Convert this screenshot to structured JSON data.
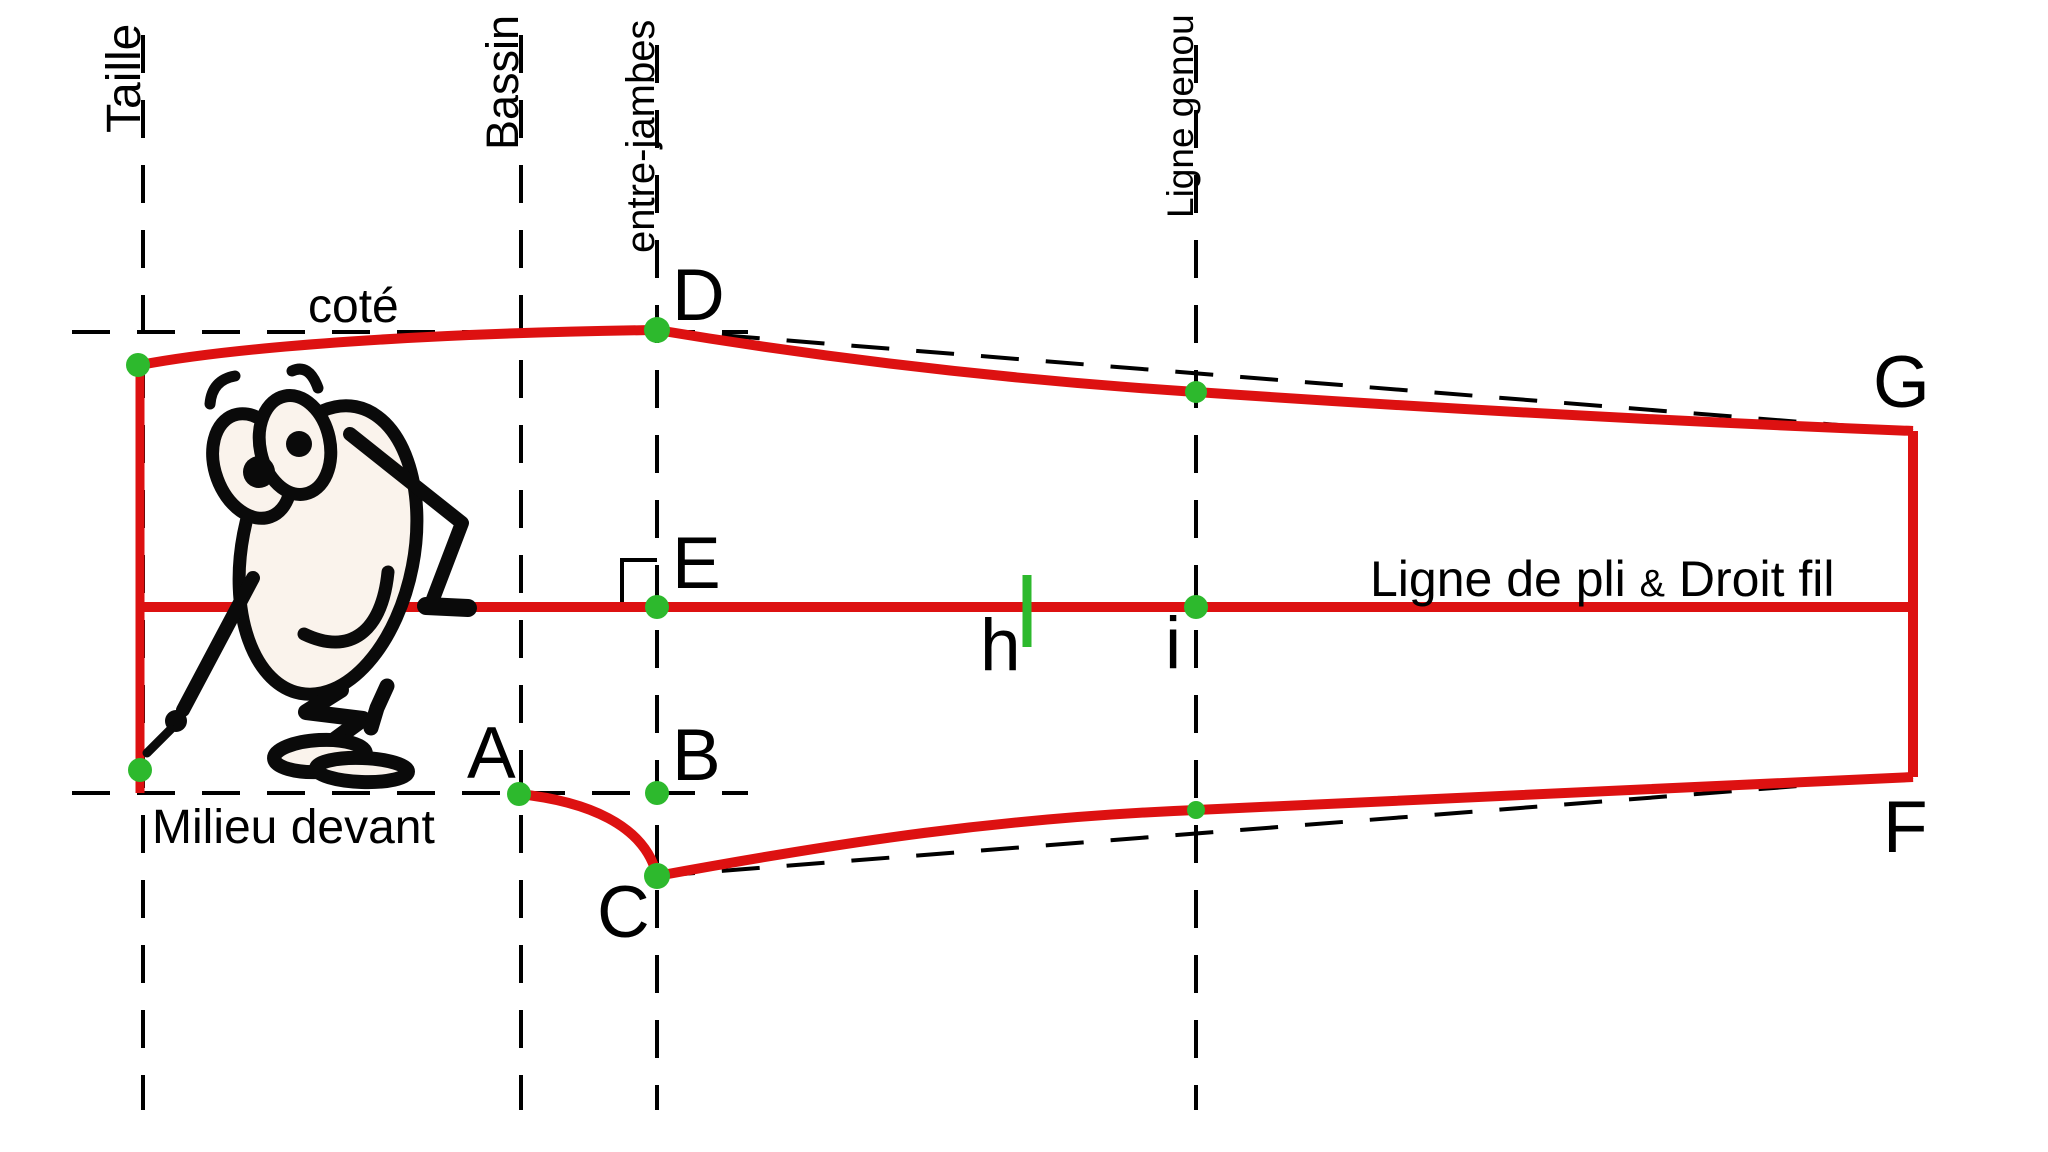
{
  "colors": {
    "pattern_red": "#dd1111",
    "marker_green": "#2db92d",
    "guide_black": "#000000",
    "figure_fill": "#faf3ec"
  },
  "guides": {
    "vertical": [
      {
        "id": "taille",
        "label": "Taille"
      },
      {
        "id": "bassin",
        "label": "Bassin"
      },
      {
        "id": "entre_jambes",
        "label": "entre-jambes"
      },
      {
        "id": "ligne_genou",
        "label": "Ligne genou"
      }
    ]
  },
  "edge_labels": {
    "cote": "coté",
    "milieu_devant": "Milieu devant"
  },
  "fold_line_label": {
    "part1": "Ligne de pli ",
    "amp": "&",
    "part2": " Droit fil"
  },
  "points": [
    {
      "name": "A"
    },
    {
      "name": "B"
    },
    {
      "name": "C"
    },
    {
      "name": "D"
    },
    {
      "name": "E"
    },
    {
      "name": "F"
    },
    {
      "name": "G"
    },
    {
      "name": "h"
    },
    {
      "name": "i"
    }
  ]
}
